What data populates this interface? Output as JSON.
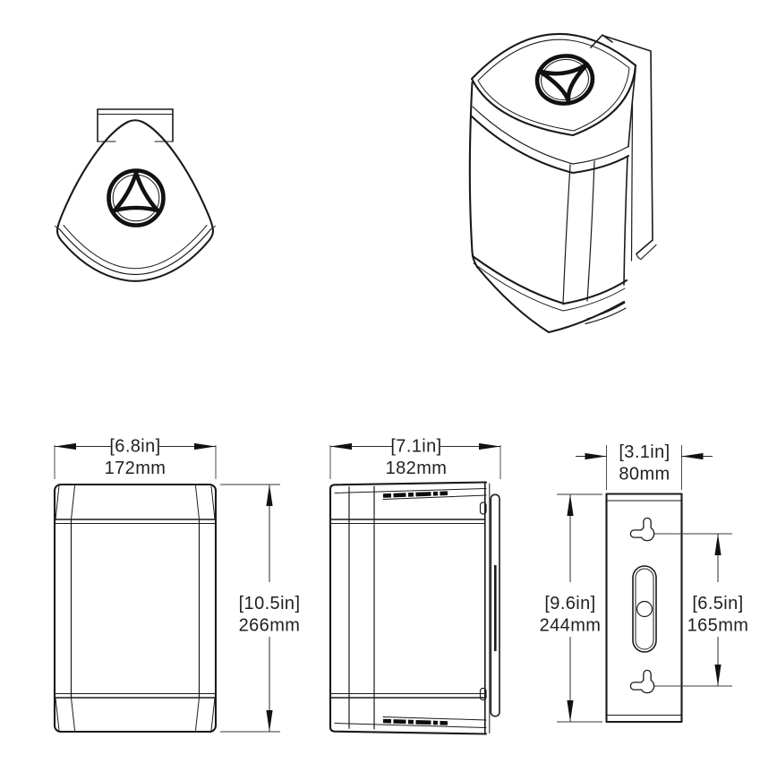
{
  "colors": {
    "background": "#ffffff",
    "line": "#1a1a1a",
    "dimension_line": "#2b2b2b",
    "text": "#1f1f1f"
  },
  "views": {
    "front": {
      "width": {
        "inches": "[6.8in]",
        "mm": "172mm"
      },
      "height": {
        "inches": "[10.5in]",
        "mm": "266mm"
      }
    },
    "side": {
      "depth": {
        "inches": "[7.1in]",
        "mm": "182mm"
      }
    },
    "bracket": {
      "width": {
        "inches": "[3.1in]",
        "mm": "80mm"
      },
      "height": {
        "inches": "[9.6in]",
        "mm": "244mm"
      },
      "hole_spacing": {
        "inches": "[6.5in]",
        "mm": "165mm"
      }
    }
  }
}
